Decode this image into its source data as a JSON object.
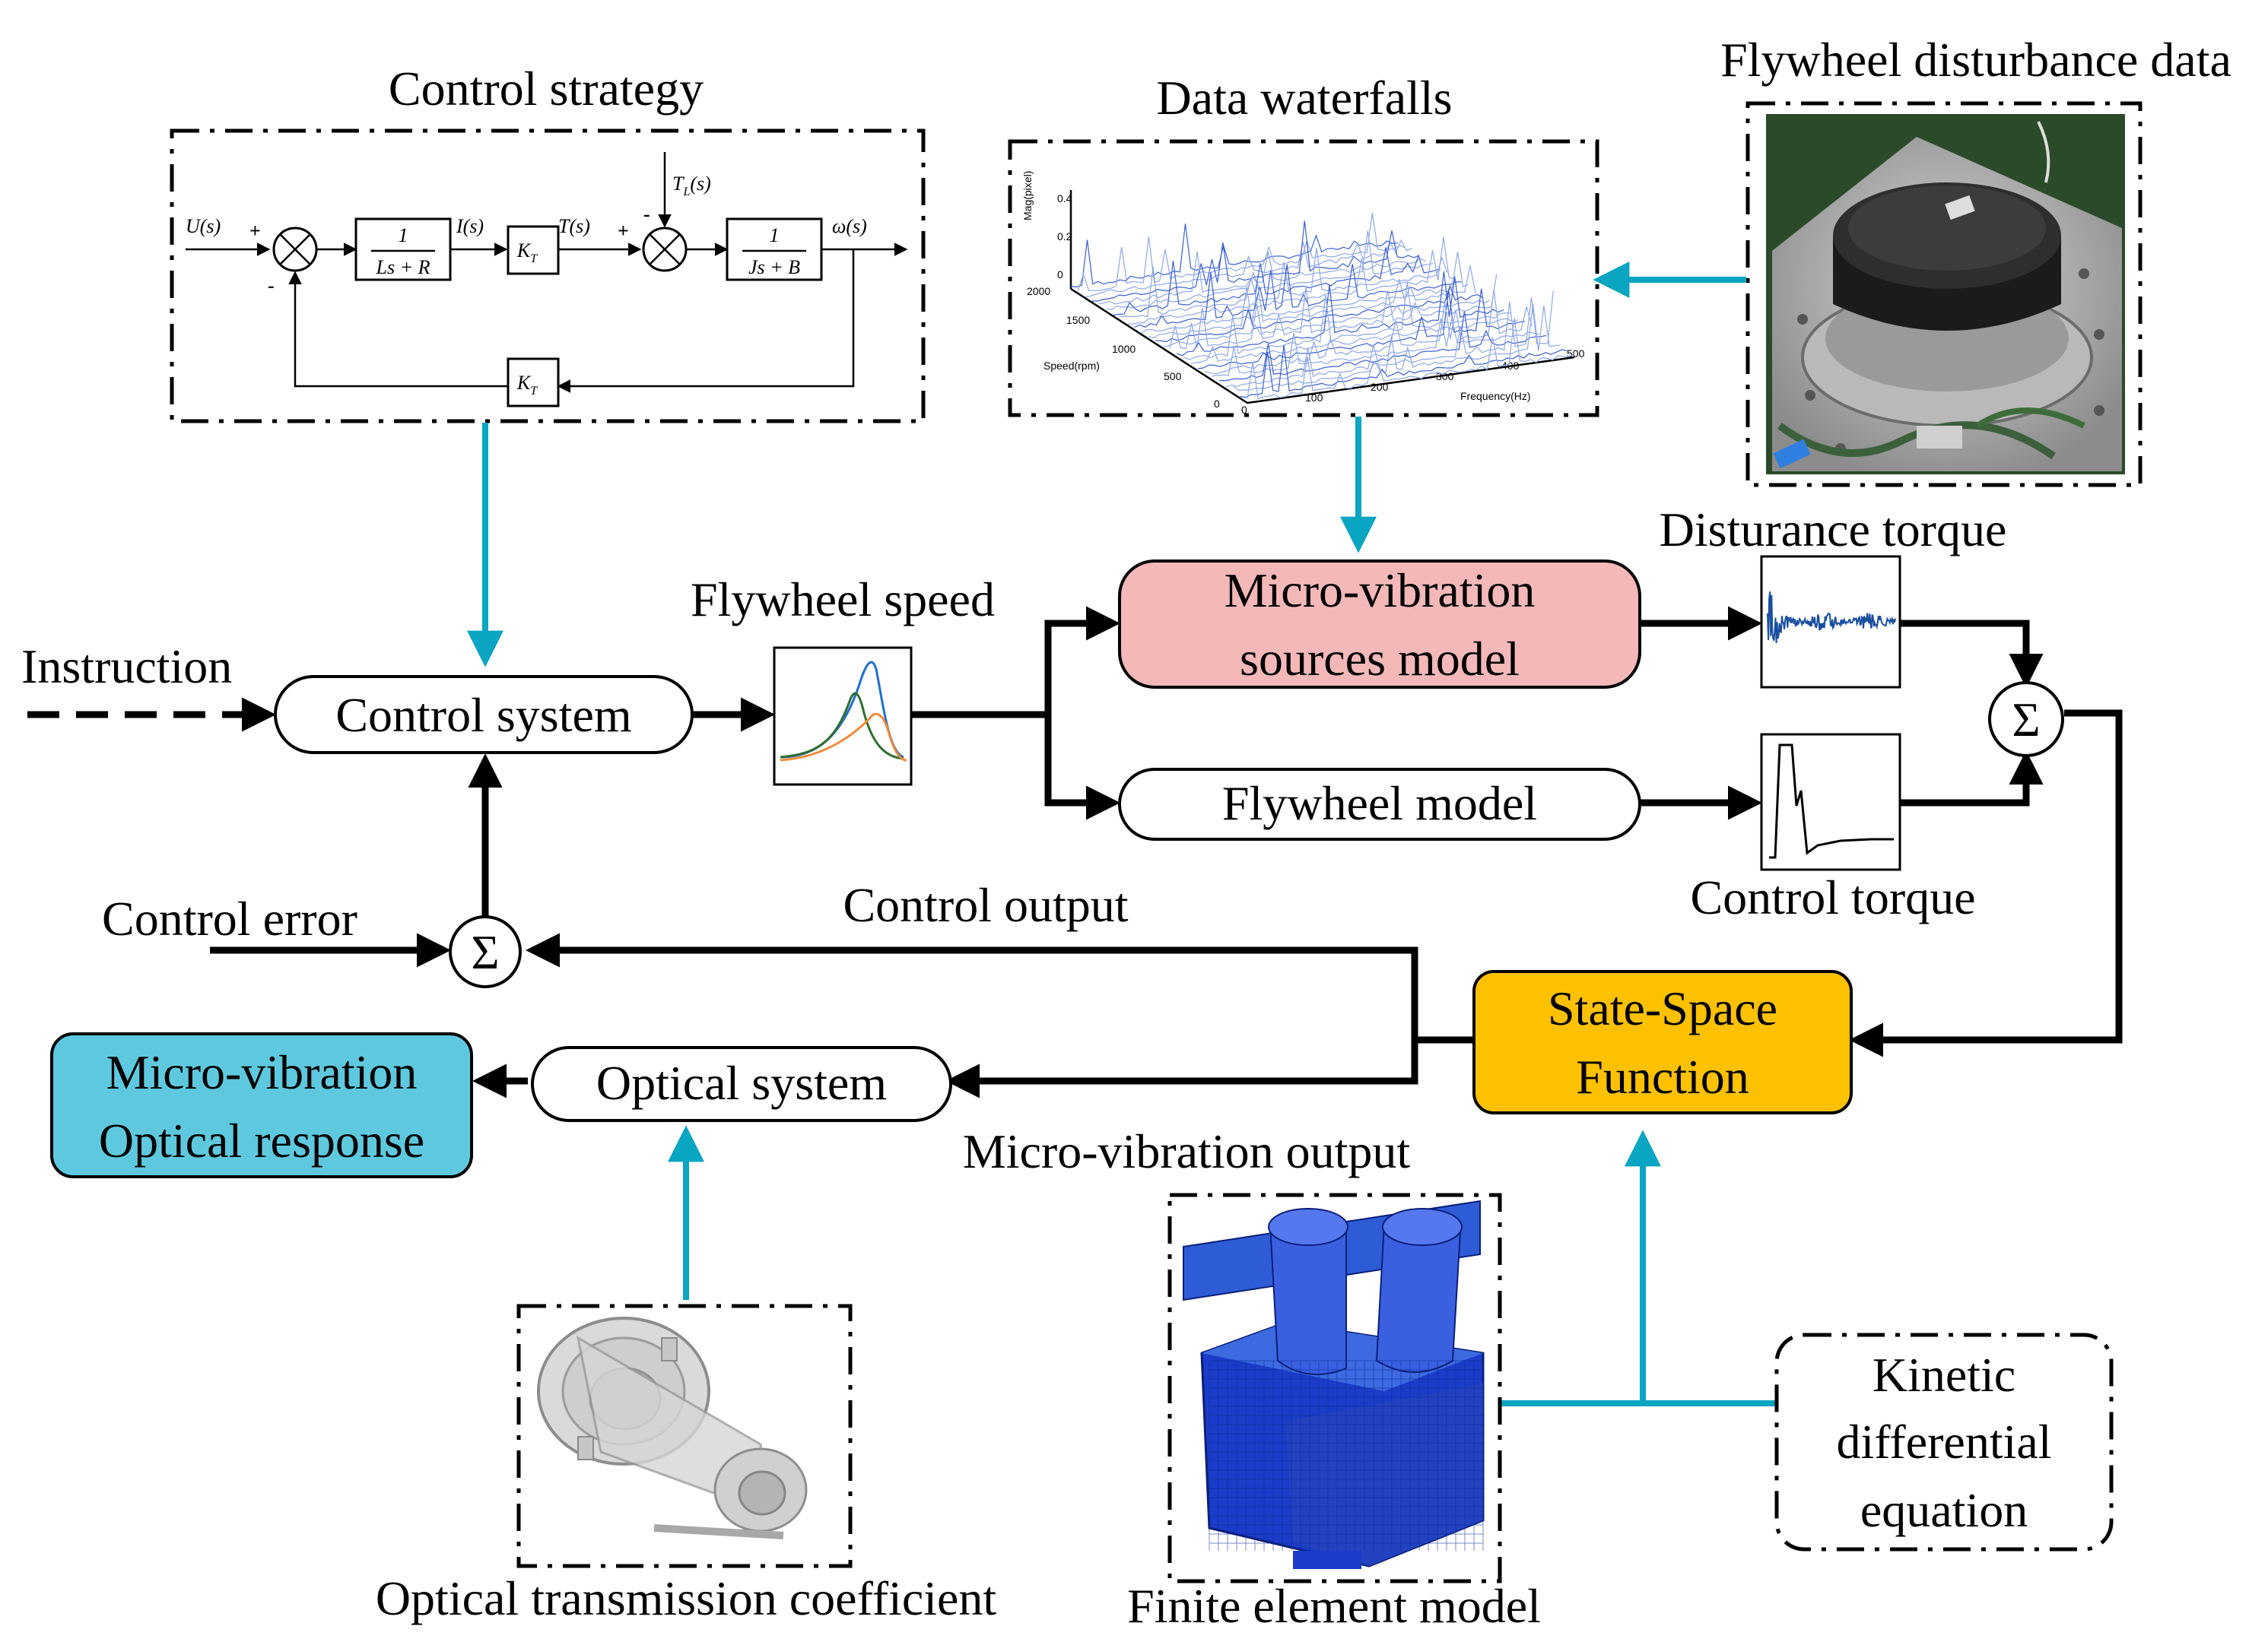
{
  "labels": {
    "control_strategy": "Control strategy",
    "data_waterfalls": "Data waterfalls",
    "flywheel_disturbance_data": "Flywheel disturbance data",
    "instruction": "Instruction",
    "flywheel_speed": "Flywheel speed",
    "disturbance_torque": "Disturance torque",
    "control_torque": "Control torque",
    "control_error": "Control error",
    "control_output": "Control output",
    "micro_vibration_output": "Micro-vibration output",
    "optical_transmission_coefficient": "Optical transmission coefficient",
    "finite_element_model": "Finite element model"
  },
  "blocks": {
    "control_system": "Control system",
    "micro_vibration_sources_line1": "Micro-vibration",
    "micro_vibration_sources_line2": "sources model",
    "flywheel_model": "Flywheel model",
    "state_space_line1": "State-Space",
    "state_space_line2": "Function",
    "optical_system": "Optical system",
    "optical_response_line1": "Micro-vibration",
    "optical_response_line2": "Optical response",
    "kinetic_line1": "Kinetic",
    "kinetic_line2": "differential",
    "kinetic_line3": "equation",
    "sum_symbol": "Σ"
  },
  "control_loop": {
    "u": "U(s)",
    "i": "I(s)",
    "t": "T(s)",
    "tl": "T",
    "tl_sub": "L",
    "tl_arg": "(s)",
    "omega": "ω(s)",
    "num1": "1",
    "den1": "Ls + R",
    "kt": "K",
    "kt_sub": "T",
    "num2": "1",
    "den2": "Js + B",
    "plus": "+",
    "minus": "-"
  },
  "waterfall": {
    "z_label": "Mag(pixel)",
    "z_ticks": [
      "0.4",
      "0.2",
      "0"
    ],
    "speed_label": "Speed(rpm)",
    "speed_ticks": [
      "2000",
      "1500",
      "1000",
      "500",
      "0"
    ],
    "freq_label": "Frequency(Hz)",
    "freq_ticks": [
      "0",
      "100",
      "200",
      "300",
      "400",
      "500"
    ]
  },
  "colors": {
    "cyan_arrow": "#0aa5c2",
    "micro_vibration_block": "#f4b8b8",
    "state_space_block": "#fdc100",
    "optical_response_block": "#5ec9de",
    "fem_blue": "#1a3cc8"
  }
}
